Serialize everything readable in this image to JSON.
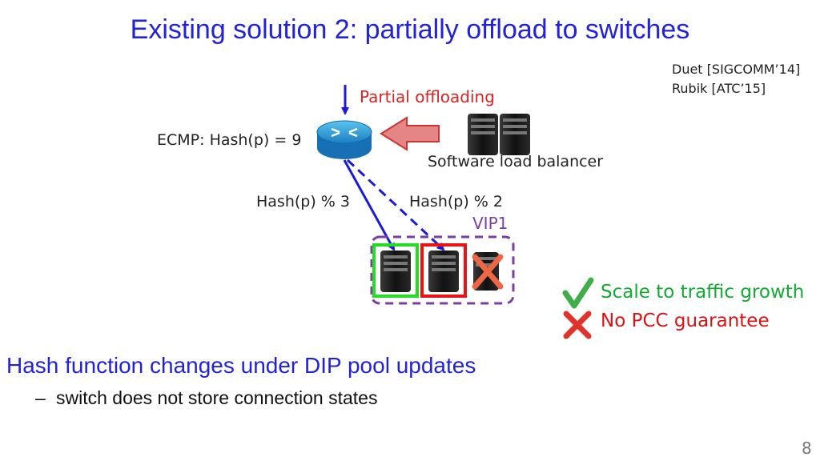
{
  "slide": {
    "title": "Existing solution 2: partially offload to switches",
    "page_number": "8"
  },
  "citations": [
    "Duet [SIGCOMM’14]",
    "Rubik [ATC’15]"
  ],
  "diagram": {
    "partial_label": "Partial offloading",
    "ecmp_label": "ECMP: Hash(p) = 9",
    "slb_label": "Software load balancer",
    "hash3_label": "Hash(p) % 3",
    "hash2_label": "Hash(p) % 2",
    "vip_label": "VIP1"
  },
  "verdict": {
    "pro": "Scale to traffic growth",
    "con": "No PCC guarantee"
  },
  "bullets": {
    "main": "Hash function changes under DIP pool updates",
    "sub": "switch does not store connection states"
  },
  "colors": {
    "title": "#2222dd",
    "arrow": "#1a1adb",
    "partial": "#dd2222",
    "vip": "#7a3fa0",
    "pro": "#11aa33",
    "con": "#dd1111",
    "green_box": "#22dd22",
    "red_box": "#ee1111"
  }
}
